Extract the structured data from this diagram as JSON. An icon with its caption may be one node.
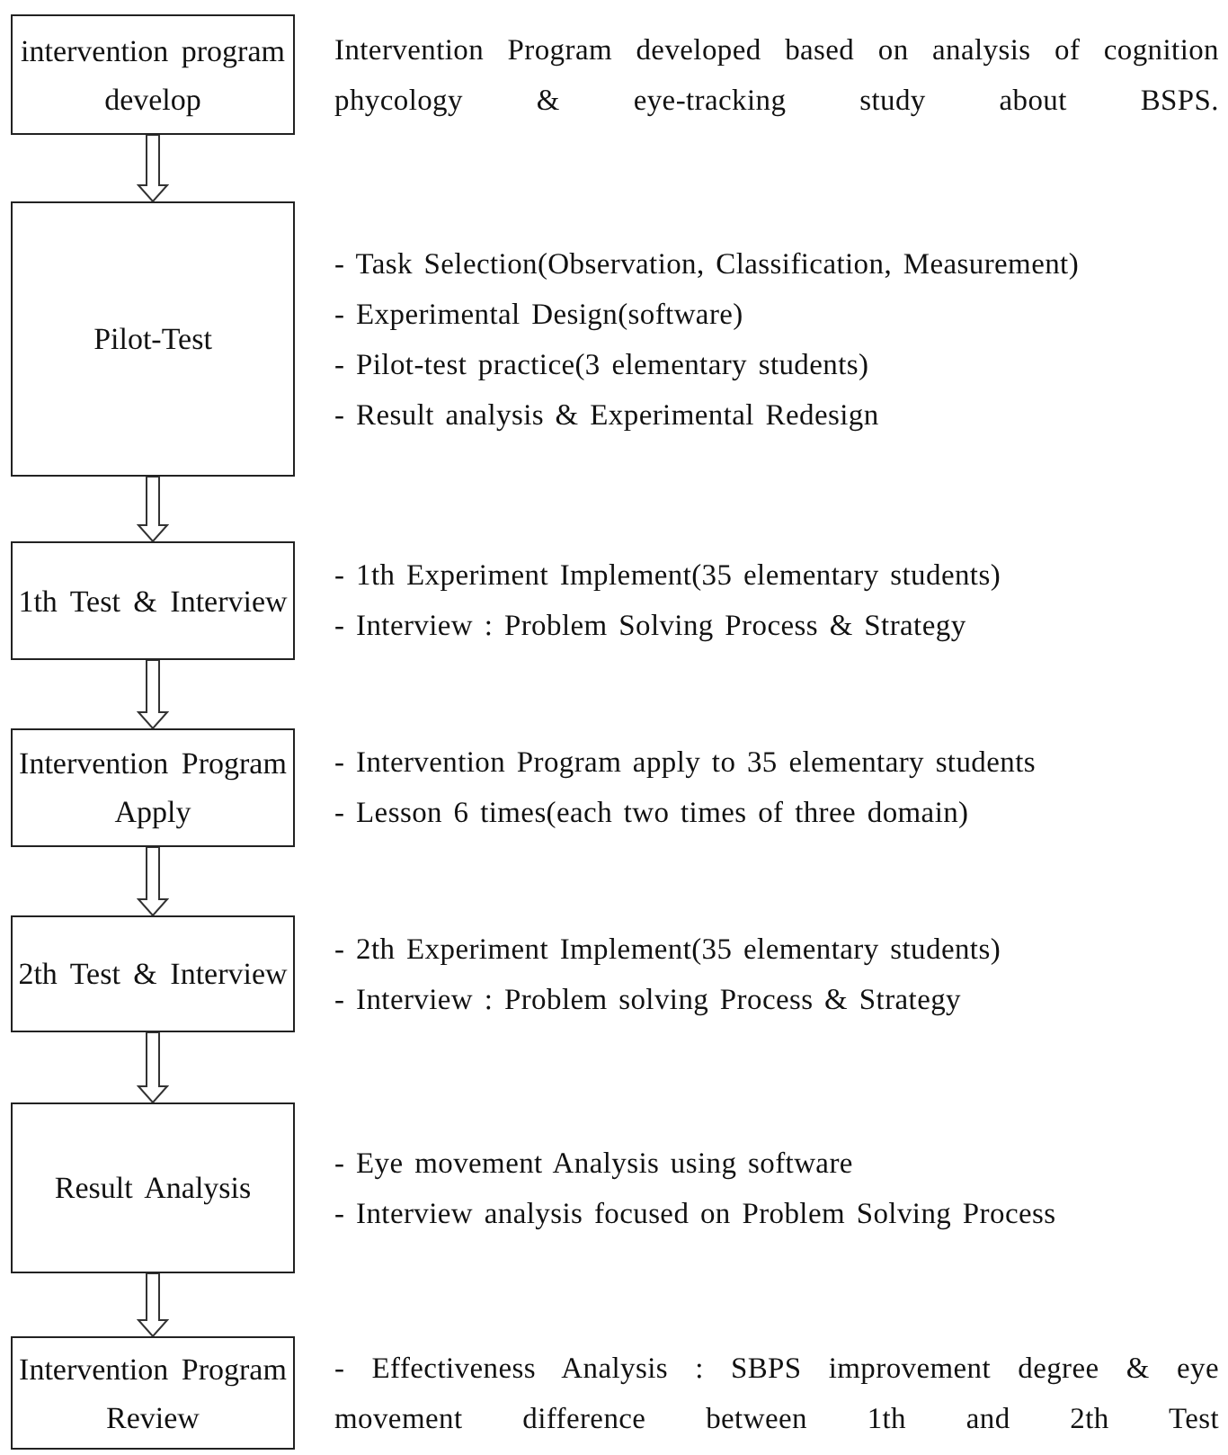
{
  "diagram": {
    "nodes": [
      {
        "text": [
          "intervention program develop"
        ],
        "beside": [
          "Intervention Program developed based on analysis of cognition phycology & eye-tracking study about BSPS."
        ]
      },
      {
        "text": [
          "Pilot-Test"
        ],
        "beside": [
          "- Task Selection(Observation, Classification, Measurement)",
          "- Experimental Design(software)",
          "- Pilot-test practice(3 elementary students)",
          "- Result analysis & Experimental Redesign"
        ]
      },
      {
        "text": [
          "1th Test & Interview"
        ],
        "beside": [
          "- 1th Experiment Implement(35 elementary students)",
          "- Interview : Problem Solving Process & Strategy"
        ]
      },
      {
        "text": [
          "Intervention Program Apply"
        ],
        "beside": [
          "- Intervention Program apply to 35 elementary students",
          "- Lesson 6 times(each two times of three domain)"
        ]
      },
      {
        "text": [
          "2th Test & Interview"
        ],
        "beside": [
          "- 2th Experiment Implement(35 elementary students)",
          "- Interview : Problem solving Process & Strategy"
        ]
      },
      {
        "text": [
          "Result Analysis"
        ],
        "beside": [
          "- Eye movement Analysis using software",
          "- Interview analysis focused on Problem Solving Process"
        ]
      },
      {
        "text": [
          "Intervention Program Review"
        ],
        "beside": [
          "- Effectiveness Analysis : SBPS improvement degree & eye movement difference between 1th and 2th Test"
        ]
      }
    ],
    "edges": [
      {
        "from": 0,
        "to": 1,
        "arrow": "to"
      },
      {
        "from": 1,
        "to": 2,
        "arrow": "to"
      },
      {
        "from": 2,
        "to": 3,
        "arrow": "to"
      },
      {
        "from": 3,
        "to": 4,
        "arrow": "to"
      },
      {
        "from": 4,
        "to": 5,
        "arrow": "to"
      },
      {
        "from": 5,
        "to": 6,
        "arrow": "to"
      }
    ]
  }
}
